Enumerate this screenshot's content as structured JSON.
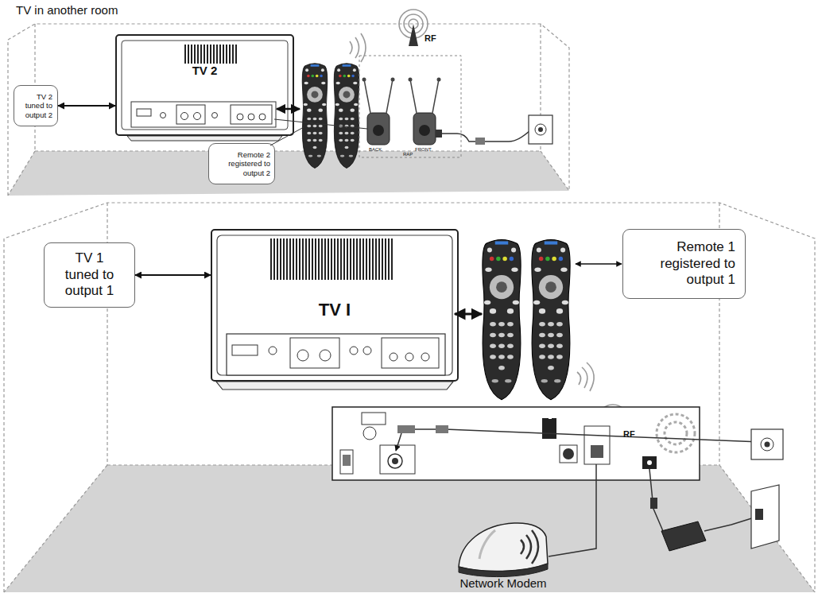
{
  "diagram": {
    "nodes": [
      {
        "text": [
          "TV in another room"
        ]
      },
      {
        "text": [
          "TV 2 tuned to output 2"
        ],
        "in": 0
      },
      {
        "text": [
          "TV 2"
        ],
        "in": 0
      },
      {
        "text": [
          "Remote 2 registered to output 2"
        ],
        "in": 0
      },
      {
        "text": [
          "TV 1 tuned to output 1"
        ]
      },
      {
        "text": [
          "TV I"
        ]
      },
      {
        "text": [
          "Remote 1 registered to output 1"
        ]
      },
      {
        "text": [
          "Network Modem"
        ]
      }
    ],
    "edges": [
      {
        "from": 1,
        "to": 2,
        "arrow": "both"
      },
      {
        "from": 4,
        "to": 5,
        "arrow": "both"
      }
    ],
    "labels": [
      "RF",
      "BACK",
      "FRONT",
      "RAP",
      "RF"
    ]
  }
}
